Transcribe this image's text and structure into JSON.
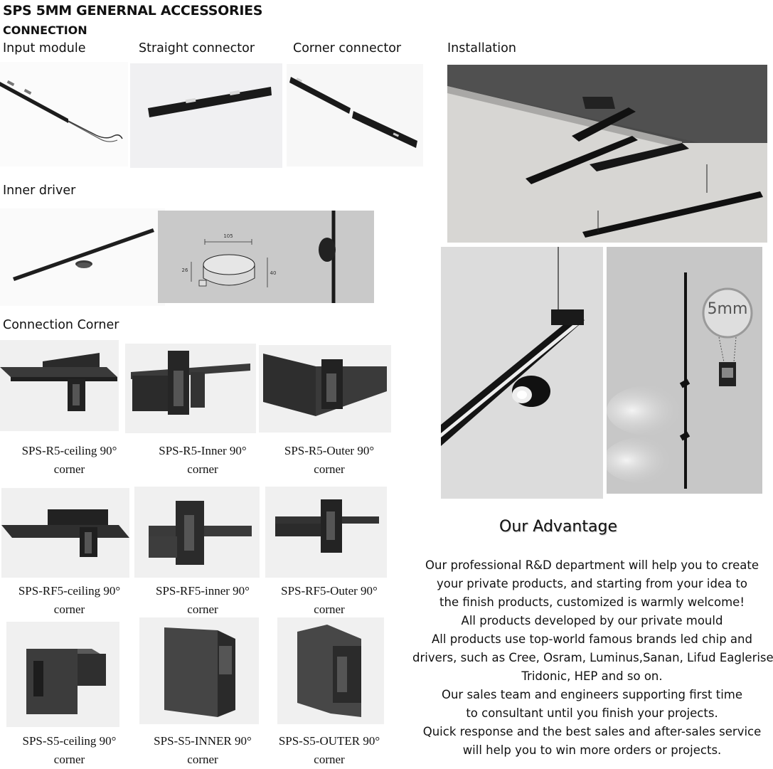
{
  "header": {
    "title": "SPS 5MM GENERNAL ACCESSORIES",
    "subtitle": "CONNECTION"
  },
  "sections": {
    "input_module": "Input module",
    "straight_connector": "Straight connector",
    "corner_connector": "Corner connector",
    "installation": "Installation",
    "inner_driver": "Inner driver",
    "connection_corner": "Connection Corner"
  },
  "driver_dims": {
    "width": "105",
    "height_left": "26",
    "height_right": "40"
  },
  "badge": {
    "size_label": "5mm"
  },
  "corners": [
    {
      "line1": "SPS-R5-ceiling 90°",
      "line2": "corner"
    },
    {
      "line1": "SPS-R5-Inner 90°",
      "line2": "corner"
    },
    {
      "line1": "SPS-R5-Outer 90°",
      "line2": "corner"
    },
    {
      "line1": "SPS-RF5-ceiling 90°",
      "line2": "corner"
    },
    {
      "line1": "SPS-RF5-inner 90°",
      "line2": "corner"
    },
    {
      "line1": "SPS-RF5-Outer 90°",
      "line2": "corner"
    },
    {
      "line1": "SPS-S5-ceiling 90°",
      "line2": "corner"
    },
    {
      "line1": "SPS-S5-INNER 90°",
      "line2": "corner"
    },
    {
      "line1": "SPS-S5-OUTER 90°",
      "line2": "corner"
    }
  ],
  "advantage": {
    "title": "Our Advantage",
    "lines": [
      "Our professional R&D department will help you to create",
      "your private products, and starting from your idea to",
      "the finish products, customized is warmly welcome!",
      "All products developed by our private mould",
      "All products use top-world famous brands led chip and",
      "drivers, such as Cree, Osram, Luminus,Sanan, Lifud Eaglerise,",
      "Tridonic, HEP and so on.",
      "Our sales team and engineers supporting first time",
      "to consultant until you finish your projects.",
      "Quick response and the best sales and after-sales service",
      "will help you to win more orders or projects."
    ]
  }
}
